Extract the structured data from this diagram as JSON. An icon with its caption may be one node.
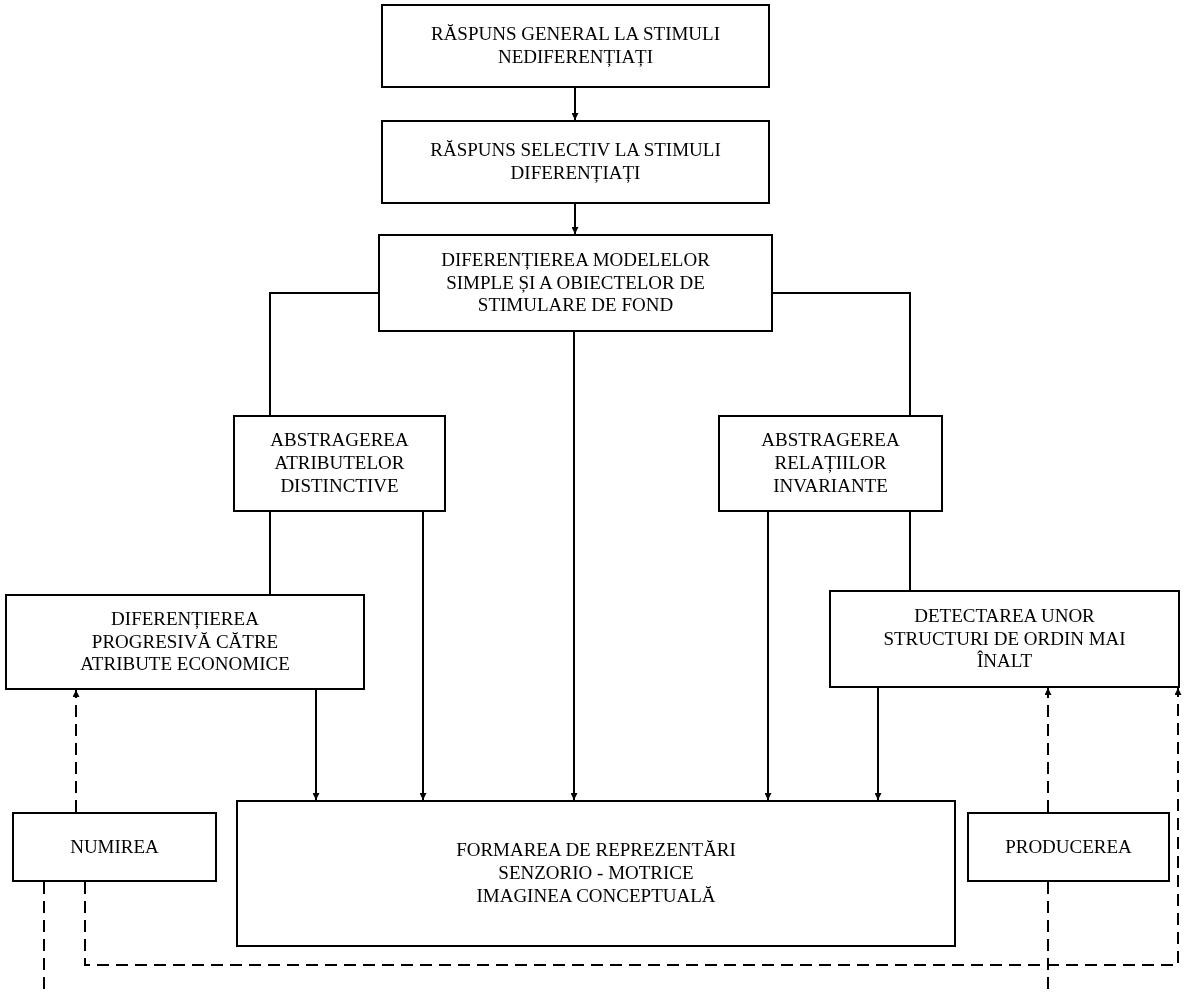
{
  "diagram": {
    "nodes": [
      {
        "text": [
          "RĂSPUNS GENERAL LA STIMULI NEDIFERENȚIAȚI"
        ]
      },
      {
        "text": [
          "RĂSPUNS SELECTIV LA STIMULI DIFERENȚIAȚI"
        ]
      },
      {
        "text": [
          "DIFERENȚIEREA MODELELOR SIMPLE ȘI A OBIECTELOR DE STIMULARE DE FOND"
        ]
      },
      {
        "text": [
          "ABSTRAGEREA ATRIBUTELOR DISTINCTIVE"
        ]
      },
      {
        "text": [
          "ABSTRAGEREA RELAȚIILOR INVARIANTE"
        ]
      },
      {
        "text": [
          "DIFERENȚIEREA PROGRESIVĂ CĂTRE ATRIBUTE ECONOMICE"
        ]
      },
      {
        "text": [
          "DETECTAREA UNOR STRUCTURI DE ORDIN MAI ÎNALT"
        ]
      },
      {
        "text": [
          "FORMAREA DE REPREZENTĂRI SENZORIO - MOTRICE IMAGINEA CONCEPTUALĂ"
        ]
      },
      {
        "text": [
          "NUMIREA"
        ]
      },
      {
        "text": [
          "PRODUCEREA"
        ]
      }
    ],
    "edges": [
      {
        "from": 0,
        "to": 1,
        "arrow": "to"
      },
      {
        "from": 1,
        "to": 2,
        "arrow": "to"
      },
      {
        "from": 2,
        "to": 3,
        "arrow": "none"
      },
      {
        "from": 2,
        "to": 4,
        "arrow": "none"
      },
      {
        "from": 2,
        "to": 7,
        "arrow": "to"
      },
      {
        "from": 3,
        "to": 5,
        "arrow": "none"
      },
      {
        "from": 3,
        "to": 7,
        "arrow": "to"
      },
      {
        "from": 4,
        "to": 6,
        "arrow": "none"
      },
      {
        "from": 4,
        "to": 7,
        "arrow": "to"
      },
      {
        "from": 5,
        "to": 7,
        "arrow": "to"
      },
      {
        "from": 6,
        "to": 7,
        "arrow": "to"
      },
      {
        "from": 8,
        "to": 5,
        "arrow": "to",
        "style": "dashed"
      },
      {
        "from": 8,
        "to": null,
        "arrow": "none",
        "style": "dashed"
      },
      {
        "from": 8,
        "to": 6,
        "arrow": "to",
        "style": "dashed"
      },
      {
        "from": 9,
        "to": 6,
        "arrow": "to",
        "style": "dashed"
      },
      {
        "from": 9,
        "to": null,
        "arrow": "none",
        "style": "dashed"
      }
    ]
  }
}
